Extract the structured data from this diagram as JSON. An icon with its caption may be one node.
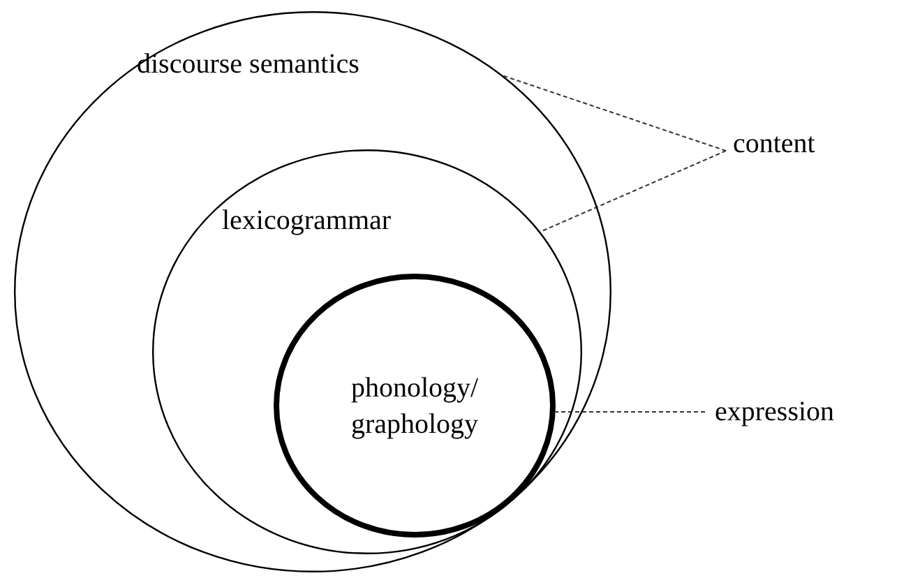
{
  "diagram": {
    "nodes": [
      {
        "text": [
          "discourse semantics"
        ]
      },
      {
        "text": [
          "lexicogrammar"
        ],
        "in": 0
      },
      {
        "text": [
          "phonology/ graphology"
        ],
        "in": 1
      },
      {
        "text": [
          "content"
        ]
      },
      {
        "text": [
          "expression"
        ]
      }
    ],
    "edges": [
      {
        "from": 3,
        "to": 0,
        "arrow": "none",
        "style": "dashed"
      },
      {
        "from": 3,
        "to": 1,
        "arrow": "none",
        "style": "dashed"
      },
      {
        "from": 4,
        "to": 2,
        "arrow": "none",
        "style": "dashed"
      }
    ]
  }
}
